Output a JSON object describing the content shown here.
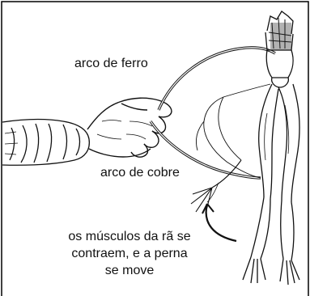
{
  "labels": {
    "iron_arc": "arco de ferro",
    "copper_arc": "arco de cobre",
    "caption_line1": "os músculos da rã se",
    "caption_line2": "contraem, e a perna",
    "caption_line3": "se move"
  },
  "colors": {
    "ink": "#111111",
    "background": "#ffffff",
    "frame": "#000000"
  }
}
